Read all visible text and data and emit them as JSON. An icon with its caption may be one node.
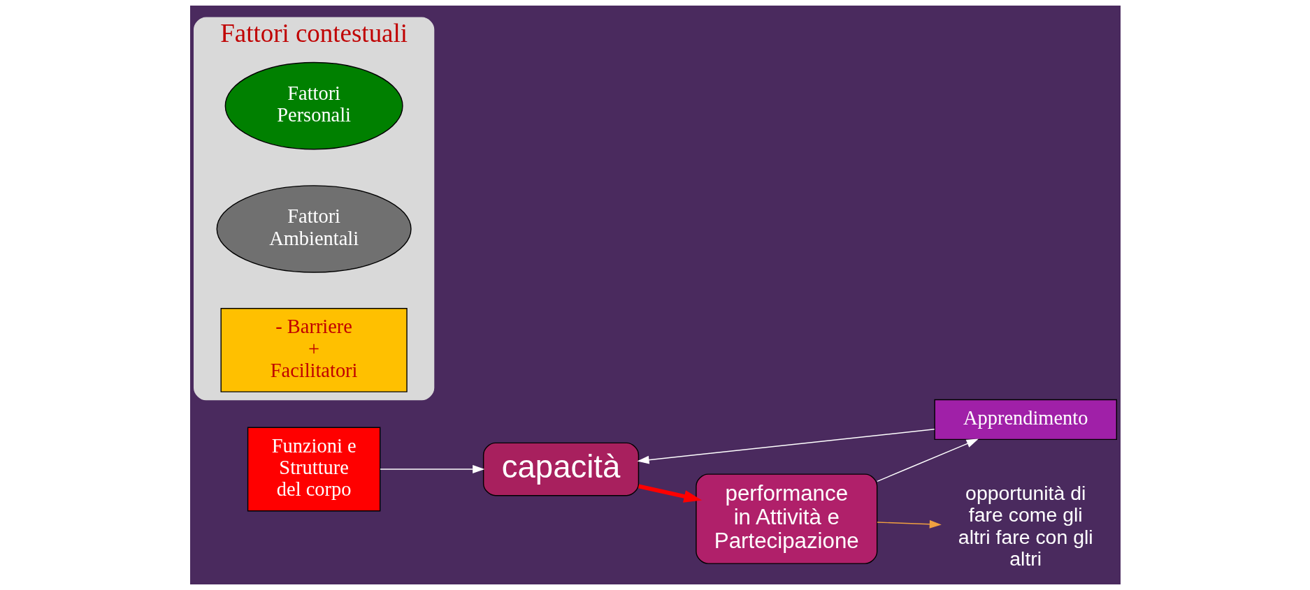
{
  "diagram": {
    "nodes": [
      {
        "text": [
          "Funzioni e Strutture del corpo"
        ]
      },
      {
        "text": [
          "capacità"
        ]
      },
      {
        "text": [
          "Apprendimento"
        ]
      },
      {
        "text": [
          "Fattori contestuali"
        ]
      },
      {
        "text": [
          "Fattori Personali"
        ],
        "in": 3
      },
      {
        "text": [
          "Fattori Ambientali"
        ],
        "in": 3
      },
      {
        "text": [
          "- Barriere + Facilitatori"
        ],
        "in": 3
      },
      {
        "text": [
          "performance",
          "in Attività e Partecipazione"
        ]
      },
      {
        "text": [
          "opportunità di fare come gli altri fare con gli altri"
        ]
      }
    ],
    "edges": [
      {
        "from": 0,
        "to": 1,
        "arrow": "to"
      },
      {
        "from": 2,
        "to": 1,
        "arrow": "to"
      },
      {
        "from": 1,
        "to": 7,
        "arrow": "to",
        "style": "thick",
        "color": "#ff0000"
      },
      {
        "from": 7,
        "to": 2,
        "arrow": "to"
      },
      {
        "from": 7,
        "to": 8,
        "arrow": "to",
        "color": "#f0a040"
      }
    ]
  }
}
